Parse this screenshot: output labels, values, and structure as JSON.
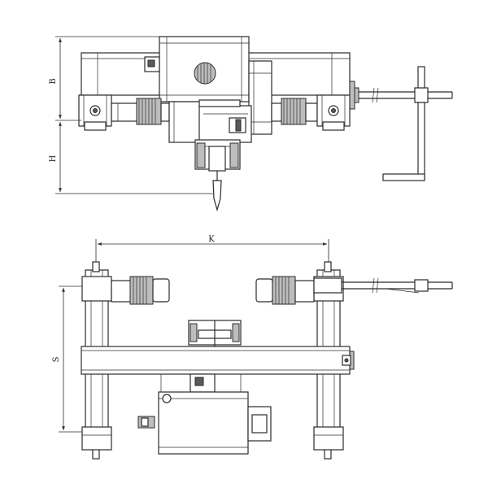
{
  "drawing": {
    "views": [
      "front-elevation",
      "plan-view"
    ],
    "dimensions": {
      "B": "B",
      "H": "H",
      "K": "K",
      "S": "S"
    }
  }
}
